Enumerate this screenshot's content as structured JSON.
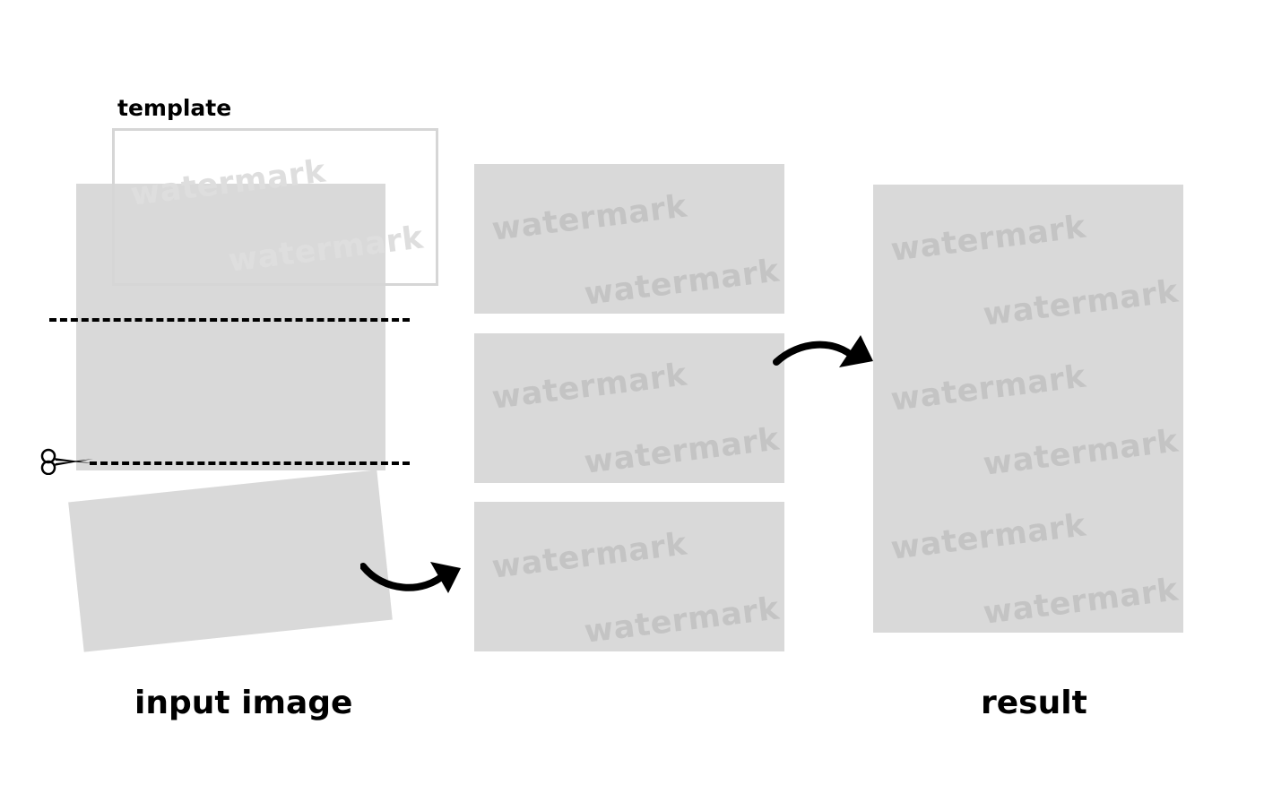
{
  "labels": {
    "template": "template",
    "input_image": "input image",
    "result": "result"
  },
  "watermark_text": "watermark",
  "icons": [
    "scissors-icon",
    "curved-arrow-icon"
  ],
  "colors": {
    "background": "#ffffff",
    "panel": "#d9d9d9",
    "watermark": "#c4c4c4",
    "template_border": "#d6d6d6",
    "ink": "#000000"
  }
}
